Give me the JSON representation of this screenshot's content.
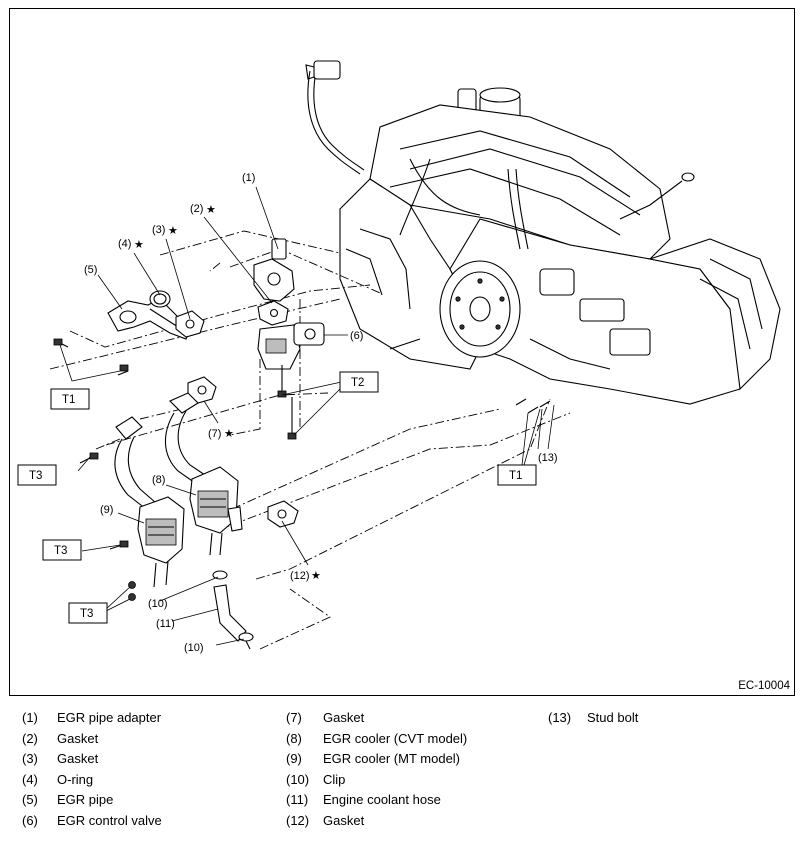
{
  "diagram": {
    "drawing_code": "EC-10004",
    "callouts": [
      {
        "id": "c1",
        "text": "(1)"
      },
      {
        "id": "c2",
        "text": "(2)"
      },
      {
        "id": "c3",
        "text": "(3)"
      },
      {
        "id": "c4",
        "text": "(4)"
      },
      {
        "id": "c5",
        "text": "(5)"
      },
      {
        "id": "c6",
        "text": "(6)"
      },
      {
        "id": "c7",
        "text": "(7)"
      },
      {
        "id": "c8",
        "text": "(8)"
      },
      {
        "id": "c9",
        "text": "(9)"
      },
      {
        "id": "c10a",
        "text": "(10)"
      },
      {
        "id": "c10b",
        "text": "(10)"
      },
      {
        "id": "c11",
        "text": "(11)"
      },
      {
        "id": "c12",
        "text": "(12)"
      },
      {
        "id": "c13",
        "text": "(13)"
      }
    ],
    "star_symbol": "★",
    "torque_labels": {
      "t1_left": "T1",
      "t1_right": "T1",
      "t2": "T2",
      "t3_top": "T3",
      "t3_mid": "T3",
      "t3_bottom": "T3"
    }
  },
  "legend": {
    "col1": [
      {
        "num": "(1)",
        "text": "EGR pipe adapter"
      },
      {
        "num": "(2)",
        "text": "Gasket"
      },
      {
        "num": "(3)",
        "text": "Gasket"
      },
      {
        "num": "(4)",
        "text": "O-ring"
      },
      {
        "num": "(5)",
        "text": "EGR pipe"
      },
      {
        "num": "(6)",
        "text": "EGR control valve"
      }
    ],
    "col2": [
      {
        "num": "(7)",
        "text": "Gasket"
      },
      {
        "num": "(8)",
        "text": "EGR cooler (CVT model)"
      },
      {
        "num": "(9)",
        "text": "EGR cooler (MT model)"
      },
      {
        "num": "(10)",
        "text": "Clip"
      },
      {
        "num": "(11)",
        "text": "Engine coolant hose"
      },
      {
        "num": "(12)",
        "text": "Gasket"
      }
    ],
    "col3": [
      {
        "num": "(13)",
        "text": "Stud bolt"
      }
    ]
  }
}
